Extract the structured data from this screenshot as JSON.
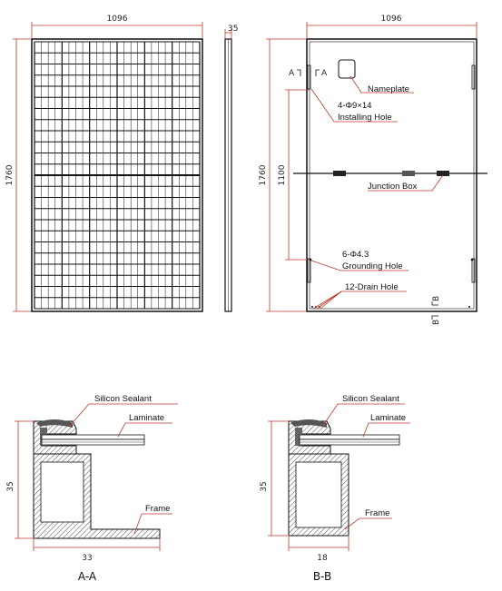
{
  "front": {
    "width_dim": "1096",
    "height_dim": "1760",
    "side_dim": "35"
  },
  "rear": {
    "width_dim": "1096",
    "height_dim": "1760",
    "hole_spacing_dim": "1100",
    "section_a_left": "A",
    "section_a_right": "A",
    "section_b_top": "B",
    "section_b_bottom": "B",
    "callouts": {
      "nameplate": "Nameplate",
      "install_hole_1": "4-Φ9×14",
      "install_hole_2": "Installing Hole",
      "junction_box": "Junction Box",
      "ground_hole_1": "6-Φ4.3",
      "ground_hole_2": "Grounding Hole",
      "drain_hole": "12-Drain Hole"
    }
  },
  "section_aa": {
    "sealant": "Silicon Sealant",
    "laminate": "Laminate",
    "frame": "Frame",
    "height_dim": "35",
    "width_dim": "33",
    "caption": "A-A"
  },
  "section_bb": {
    "sealant": "Silicon Sealant",
    "laminate": "Laminate",
    "frame": "Frame",
    "height_dim": "35",
    "width_dim": "18",
    "caption": "B-B"
  },
  "colors": {
    "dimension": "#c0392b",
    "outline": "#111111"
  }
}
